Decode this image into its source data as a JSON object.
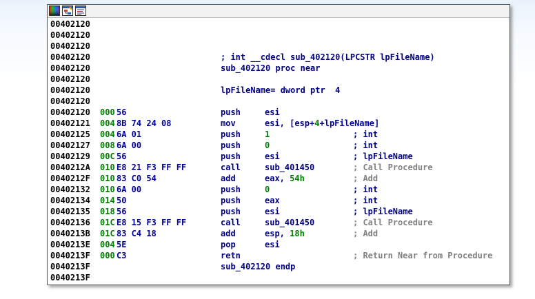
{
  "toolbar": {
    "buttons": [
      {
        "name": "graph-colors-icon"
      },
      {
        "name": "graph-view-icon"
      },
      {
        "name": "text-view-icon"
      }
    ]
  },
  "listing": [
    {
      "addr": "00402120"
    },
    {
      "addr": "00402120"
    },
    {
      "addr": "00402120"
    },
    {
      "addr": "00402120",
      "header": "; int __cdecl sub_402120(LPCSTR lpFileName)"
    },
    {
      "addr": "00402120",
      "header": "sub_402120 proc near"
    },
    {
      "addr": "00402120"
    },
    {
      "addr": "00402120",
      "header": "lpFileName= dword ptr  4"
    },
    {
      "addr": "00402120"
    },
    {
      "addr": "00402120",
      "sp": "000",
      "bytes": "56",
      "mnem": "push",
      "op": "esi"
    },
    {
      "addr": "00402121",
      "sp": "004",
      "bytes": "8B 74 24 08",
      "mnem": "mov",
      "op": "esi, [esp+4+lpFileName]"
    },
    {
      "addr": "00402125",
      "sp": "004",
      "bytes": "6A 01",
      "mnem": "push",
      "op": "1",
      "comment": "; int"
    },
    {
      "addr": "00402127",
      "sp": "008",
      "bytes": "6A 00",
      "mnem": "push",
      "op": "0",
      "comment": "; int"
    },
    {
      "addr": "00402129",
      "sp": "00C",
      "bytes": "56",
      "mnem": "push",
      "op": "esi",
      "comment": "; lpFileName"
    },
    {
      "addr": "0040212A",
      "sp": "010",
      "bytes": "E8 21 F3 FF FF",
      "mnem": "call",
      "op": "sub_401450",
      "auto_comment": "; Call Procedure"
    },
    {
      "addr": "0040212F",
      "sp": "010",
      "bytes": "83 C0 54",
      "mnem": "add",
      "op": "eax, 54h",
      "auto_comment": "; Add"
    },
    {
      "addr": "00402132",
      "sp": "010",
      "bytes": "6A 00",
      "mnem": "push",
      "op": "0",
      "comment": "; int"
    },
    {
      "addr": "00402134",
      "sp": "014",
      "bytes": "50",
      "mnem": "push",
      "op": "eax",
      "comment": "; int"
    },
    {
      "addr": "00402135",
      "sp": "018",
      "bytes": "56",
      "mnem": "push",
      "op": "esi",
      "comment": "; lpFileName"
    },
    {
      "addr": "00402136",
      "sp": "01C",
      "bytes": "E8 15 F3 FF FF",
      "mnem": "call",
      "op": "sub_401450",
      "auto_comment": "; Call Procedure"
    },
    {
      "addr": "0040213B",
      "sp": "01C",
      "bytes": "83 C4 18",
      "mnem": "add",
      "op": "esp, 18h",
      "auto_comment": "; Add"
    },
    {
      "addr": "0040213E",
      "sp": "004",
      "bytes": "5E",
      "mnem": "pop",
      "op": "esi"
    },
    {
      "addr": "0040213F",
      "sp": "000",
      "bytes": "C3",
      "mnem": "retn",
      "op": "",
      "auto_comment": "; Return Near from Procedure"
    },
    {
      "addr": "0040213F",
      "header": "sub_402120 endp"
    },
    {
      "addr": "0040213F"
    }
  ]
}
